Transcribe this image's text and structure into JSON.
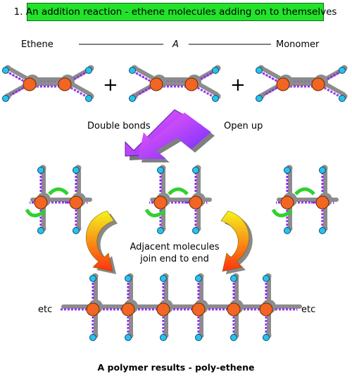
{
  "title": "1. An addition reaction - ethene molecules adding on to themselves",
  "labels": {
    "ethene": "Ethene",
    "a": "A",
    "monomer": "Monomer",
    "plus": "+",
    "double_bonds": "Double bonds",
    "open_up": "Open up",
    "adjacent_line1": "Adjacent molecules",
    "adjacent_line2": "join end to end",
    "etc_left": "etc",
    "etc_right": "etc",
    "footer": "A polymer results - poly-ethene"
  },
  "colors": {
    "title_bg": "#22e22a",
    "carbon": "#f26522",
    "hydrogen": "#27c2f0",
    "bond_purple": "#7b2cf0",
    "bond_pink": "#e04cf0",
    "shadow": "#8c8c8c",
    "big_arrow_light": "#ff5cf5",
    "big_arrow_dark": "#6a2cff",
    "curved_arrow_yellow": "#f4f41c",
    "curved_arrow_red": "#ff3010",
    "green_arrow": "#2fd12f"
  }
}
